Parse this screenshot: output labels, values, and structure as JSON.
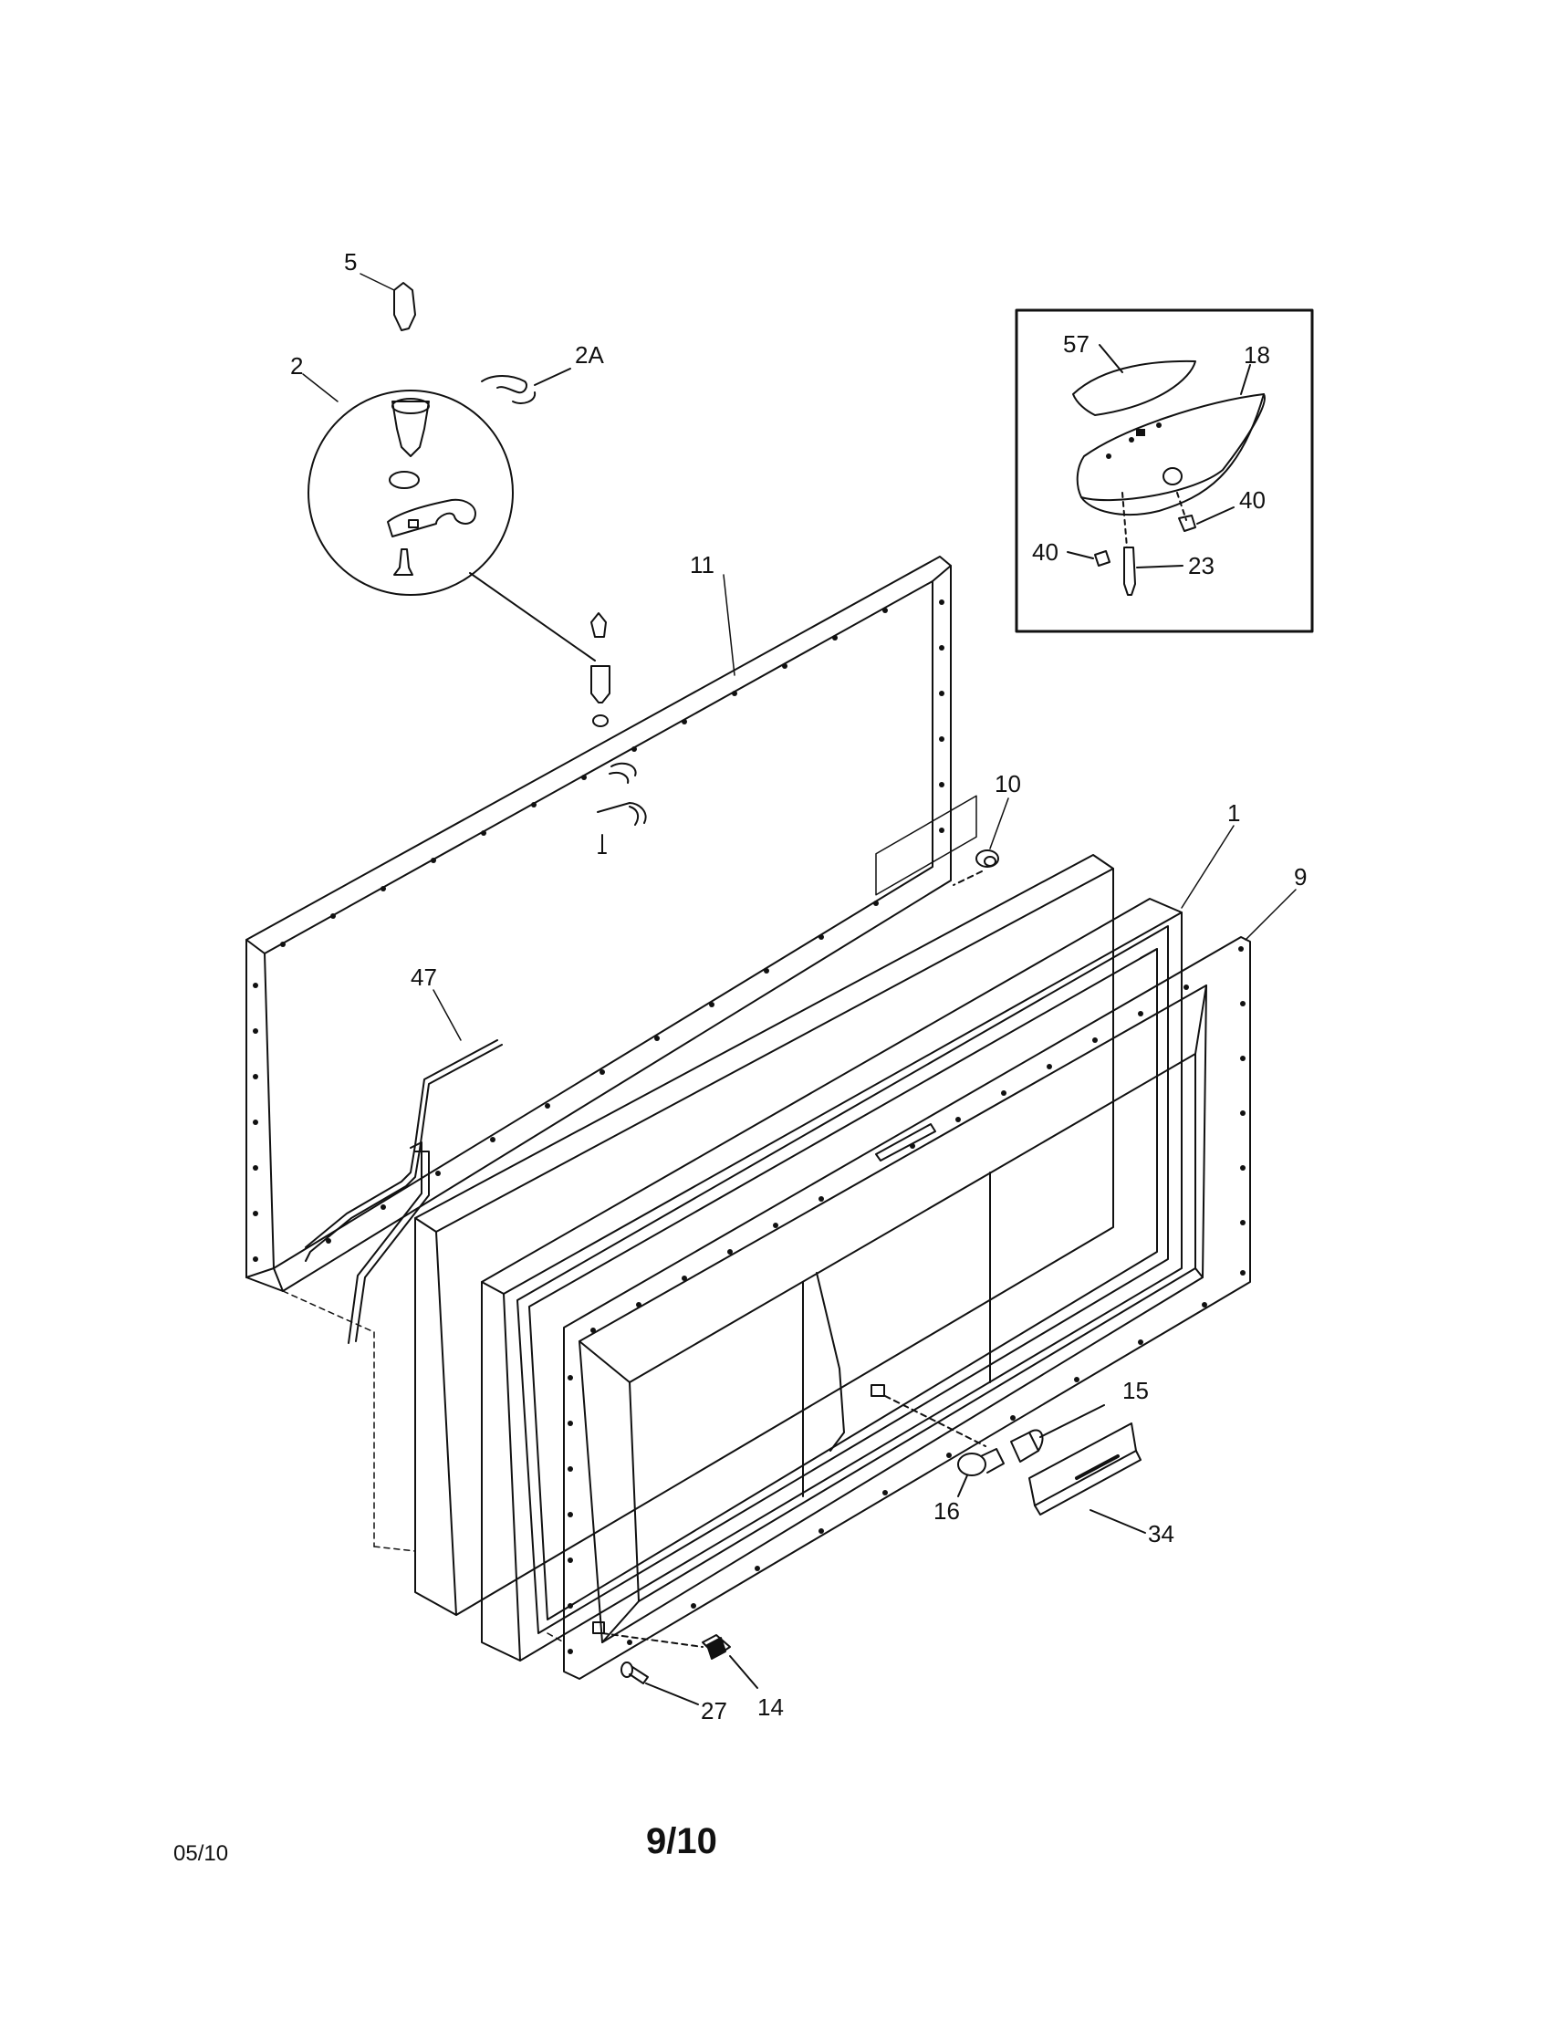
{
  "diagram": {
    "labels": {
      "p1": "1",
      "p2": "2",
      "p2a": "2A",
      "p5": "5",
      "p9": "9",
      "p10": "10",
      "p11": "11",
      "p14": "14",
      "p15": "15",
      "p16": "16",
      "p18": "18",
      "p23": "23",
      "p27": "27",
      "p34": "34",
      "p40a": "40",
      "p40b": "40",
      "p47": "47",
      "p57": "57"
    }
  },
  "footer": {
    "date": "05/10",
    "page": "9/10"
  }
}
